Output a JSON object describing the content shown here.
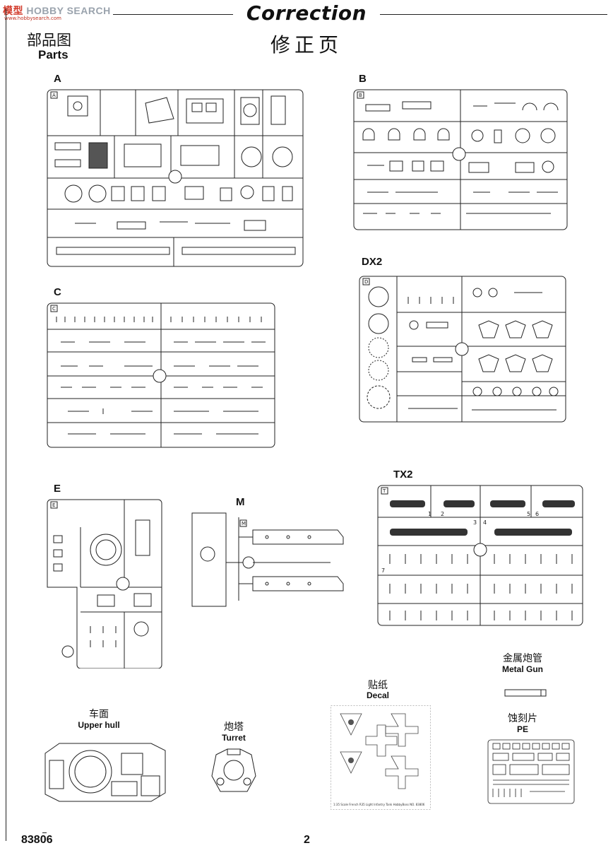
{
  "watermark": {
    "logo": "模型",
    "brand": "HOBBY SEARCH",
    "url": "www.hobbysearch.com"
  },
  "title": {
    "english": "Correction",
    "chinese": "修正页"
  },
  "parts": {
    "chinese": "部品图",
    "english": "Parts"
  },
  "sprues": {
    "A": {
      "label": "A",
      "tag": "A"
    },
    "B": {
      "label": "B",
      "tag": "B"
    },
    "C": {
      "label": "C",
      "tag": "C"
    },
    "DX2": {
      "label": "DX2",
      "tag": "D"
    },
    "E": {
      "label": "E",
      "tag": "E"
    },
    "M": {
      "label": "M",
      "tag": "M"
    },
    "TX2": {
      "label": "TX2",
      "tag": "T"
    }
  },
  "tx2_numbers": [
    "1",
    "2",
    "3",
    "4",
    "5",
    "6",
    "7"
  ],
  "metal_gun": {
    "chinese": "金属炮管",
    "english": "Metal Gun"
  },
  "decal": {
    "chinese": "贴纸",
    "english": "Decal",
    "footer": "1:35 Scale   French R35 Light Infantry Tank   HobbyBoss NO. 83806"
  },
  "pe": {
    "chinese": "蚀刻片",
    "english": "PE"
  },
  "upper_hull": {
    "chinese": "车面",
    "english": "Upper hull"
  },
  "turret": {
    "chinese": "炮塔",
    "english": "Turret"
  },
  "footer": {
    "model_no": "83806",
    "page": "2"
  }
}
